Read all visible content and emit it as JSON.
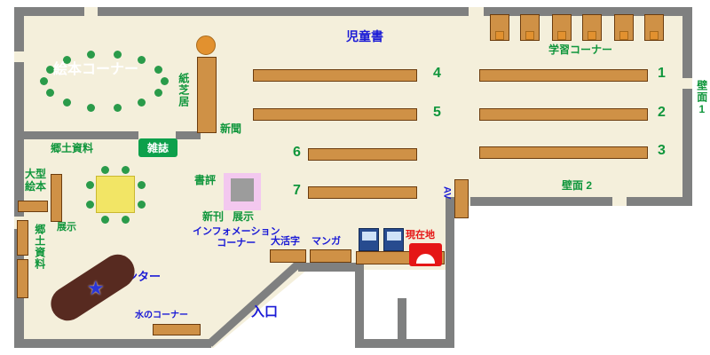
{
  "labels": {
    "childrens_books": "児童書",
    "study_corner": "学習コーナー",
    "wall_1": "壁面",
    "wall_1_num": "1",
    "picture_book_corner": "絵本コーナー",
    "kamishibai": "紙芝居",
    "newspaper": "新聞",
    "local_materials_top": "郷土資料",
    "magazines": "雑誌",
    "large_picture_books_1": "大型",
    "large_picture_books_2": "絵本",
    "display_top": "展示",
    "local_materials_left": "郷土資料",
    "book_review": "書評",
    "new_books": "新刊",
    "display_info": "展示",
    "information_1": "インフォメーション",
    "information_2": "コーナー",
    "counter": "カウンター",
    "water_corner": "水のコーナー",
    "entrance": "入口",
    "large_print": "大活字",
    "manga": "マンガ",
    "current_location": "現在地",
    "wall_2": "壁面 2",
    "av": "AV"
  },
  "shelf_numbers": {
    "s1": "1",
    "s2": "2",
    "s3": "3",
    "s4": "4",
    "s5": "5",
    "s6": "6",
    "s7": "7"
  },
  "colors": {
    "floor": "#f4efdb",
    "wall": "#7f8080",
    "shelf": "#cf9146",
    "shelf_border": "#6b3c0e",
    "counter": "#572a20",
    "table": "#f2e565",
    "seat_dot": "#2a9b4a",
    "label_green": "#10963c",
    "label_blue": "#1a1ad6",
    "badge_green": "#0da04b",
    "stool_orange": "#e2912f",
    "alert_red": "#e51616",
    "terminal_blue": "#274b8f",
    "display_pink": "#f3c8ef",
    "display_gray": "#9c9c9c",
    "star_blue": "#2a35d6"
  }
}
